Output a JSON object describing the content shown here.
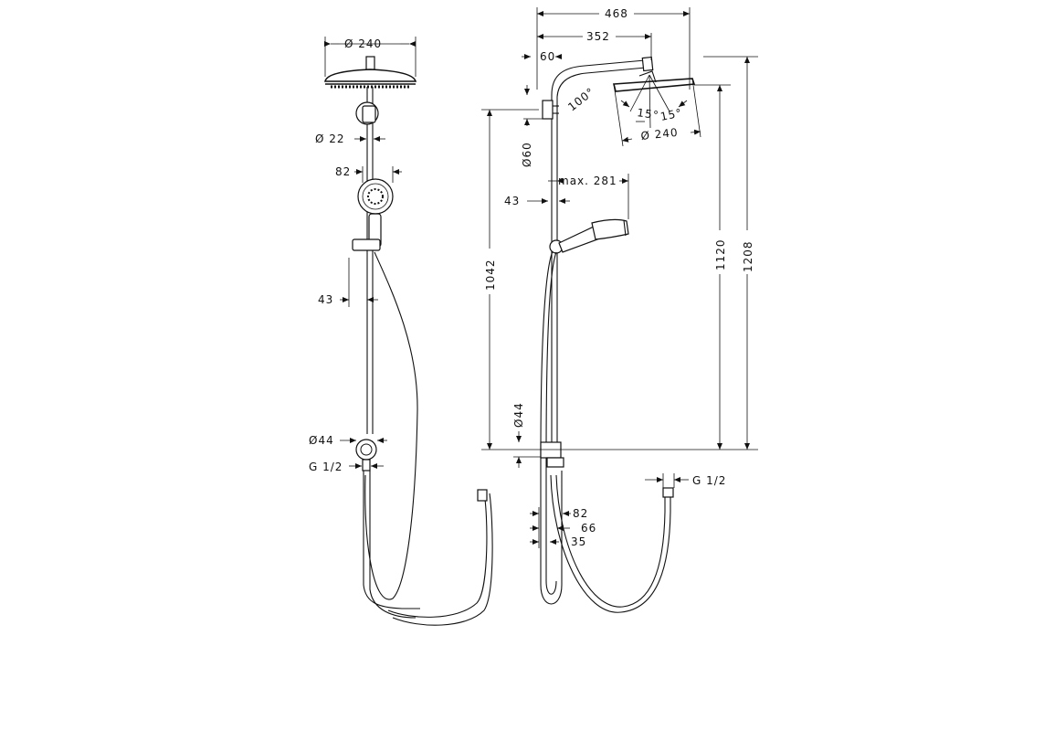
{
  "front_view": {
    "head_diameter": "Ø 240",
    "pipe_diameter": "Ø 22",
    "handshower_offset": "82",
    "rail_offset": "43",
    "diverter_diameter": "Ø44",
    "inlet_thread": "G 1/2"
  },
  "side_view": {
    "total_reach": "468",
    "arm_reach": "352",
    "wall_offset": "60",
    "arm_angle": "100°",
    "tilt_left": "15°",
    "tilt_right": "15°",
    "head_diameter": "Ø 240",
    "bracket_diameter": "Ø60",
    "max_holder_reach": "max. 281",
    "rail_offset": "43",
    "rail_height": "1042",
    "diverter_diameter": "Ø44",
    "head_height": "1120",
    "overall_height": "1208",
    "inlet_thread": "G 1/2",
    "dim_82": "82",
    "dim_66": "66",
    "dim_35": "35"
  }
}
